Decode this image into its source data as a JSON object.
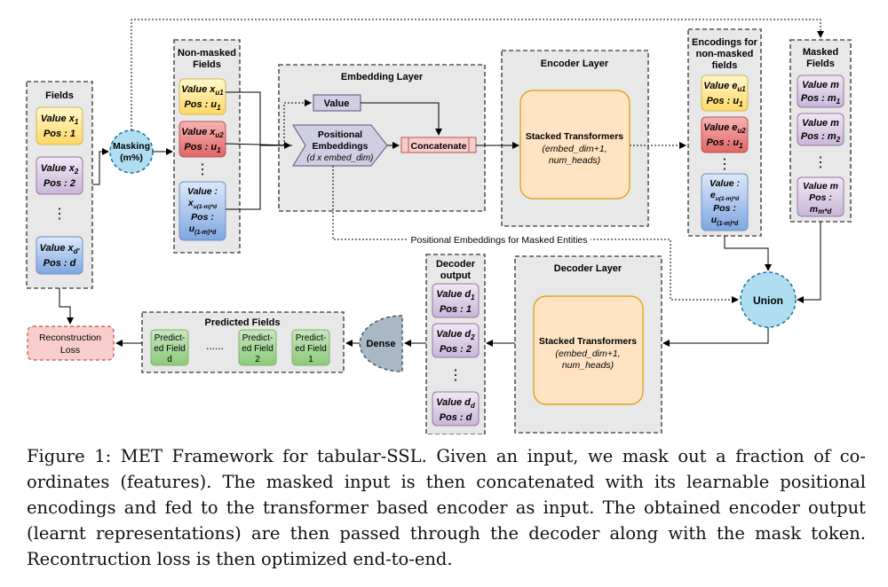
{
  "fields": {
    "title": "Fields",
    "items": [
      {
        "value": "Value x",
        "value_sub": "1",
        "pos": "Pos : 1"
      },
      {
        "value": "Value x",
        "value_sub": "2",
        "pos": "Pos : 2"
      },
      {
        "value": "Value x",
        "value_sub": "d'",
        "pos": "Pos : d"
      }
    ],
    "ellipsis": "⋮"
  },
  "masking": {
    "line1": "Masking",
    "line2": "(m%)"
  },
  "nonmasked": {
    "title_line1": "Non-masked",
    "title_line2": "Fields",
    "items": [
      {
        "value": "Value x",
        "value_sub": "u1",
        "pos": "Pos : u",
        "pos_sub": "1"
      },
      {
        "value": "Value x",
        "value_sub": "u2",
        "pos": "Pos : u",
        "pos_sub": "1"
      },
      {
        "value_line1": "Value :",
        "value_line2": "x",
        "value_sub": "u(1-m)*d",
        "pos_line1": "Pos :",
        "pos_line2": "u",
        "pos_sub": "(1-m)*d"
      }
    ],
    "ellipsis": "⋮"
  },
  "embedding": {
    "title": "Embedding Layer",
    "value": "Value",
    "pos_line1": "Positional",
    "pos_line2": "Embeddings",
    "pos_line3": "(d x embed_dim)",
    "concat": "Concatenate"
  },
  "encoder": {
    "title": "Encoder Layer",
    "line1": "Stacked Transformers",
    "line2": "(embed_dim+1,",
    "line3": "num_heads)"
  },
  "encodings": {
    "title_line1": "Encodings for",
    "title_line2": "non-masked",
    "title_line3": "fields",
    "items": [
      {
        "value": "Value e",
        "value_sub": "u1",
        "pos": "Pos : u",
        "pos_sub": "1"
      },
      {
        "value": "Value e",
        "value_sub": "u2",
        "pos": "Pos : u",
        "pos_sub": "1"
      },
      {
        "value_line1": "Value :",
        "value_line2": "e",
        "value_sub": "u(1-m)*d",
        "pos_line1": "Pos :",
        "pos_line2": "u",
        "pos_sub": "(1-m)*d"
      }
    ],
    "ellipsis": "⋮"
  },
  "masked": {
    "title_line1": "Masked",
    "title_line2": "Fields",
    "items": [
      {
        "value": "Value m",
        "pos": "Pos : m",
        "pos_sub": "1"
      },
      {
        "value": "Value m",
        "pos": "Pos : m",
        "pos_sub": "2"
      },
      {
        "value": "Value m",
        "pos_line1": "Pos :",
        "pos_line2": "m",
        "pos_sub": "m*d"
      }
    ],
    "ellipsis": "⋮"
  },
  "pos_masked_label": "Positional Embeddings for Masked Entities",
  "union": "Union",
  "decoder": {
    "title": "Decoder Layer",
    "line1": "Stacked Transformers",
    "line2": "(embed_dim+1,",
    "line3": "num_heads)"
  },
  "decoder_output": {
    "title_line1": "Decoder",
    "title_line2": "output",
    "items": [
      {
        "value": "Value d",
        "value_sub": "1",
        "pos": "Pos : 1"
      },
      {
        "value": "Value d",
        "value_sub": "2",
        "pos": "Pos : 2"
      },
      {
        "value": "Value d",
        "value_sub": "d",
        "pos": "Pos : d"
      }
    ],
    "ellipsis": "⋮"
  },
  "dense": "Dense",
  "predicted": {
    "title": "Predicted Fields",
    "items": [
      {
        "line1": "Predict-",
        "line2": "ed Field",
        "line3": "d"
      },
      {
        "line1": "Predict-",
        "line2": "ed Field",
        "line3": "2"
      },
      {
        "line1": "Predict-",
        "line2": "ed Field",
        "line3": "1"
      }
    ],
    "dots": "......"
  },
  "reconstruction": {
    "line1": "Reconstruction",
    "line2": "Loss"
  },
  "caption": "Figure 1: MET Framework for tabular-SSL. Given an input, we mask out a fraction of co-ordinates (features). The masked input is then concatenated with its learnable positional encodings and fed to the transformer based encoder as input. The obtained encoder output (learnt representations) are then passed through the decoder along with the mask token. Recontruction loss is then optimized end-to-end.",
  "colors": {
    "panel": "#e8e8e8",
    "yellow": "#fff2b3",
    "red": "#f29b9b",
    "purple": "#e1d5e7",
    "blue": "#b7d2f5",
    "green": "#a8d59c",
    "orange": "#ffe3c2",
    "masking": "#b1ddf0",
    "dense": "#a9b8c4",
    "pink": "#f8cecc"
  }
}
